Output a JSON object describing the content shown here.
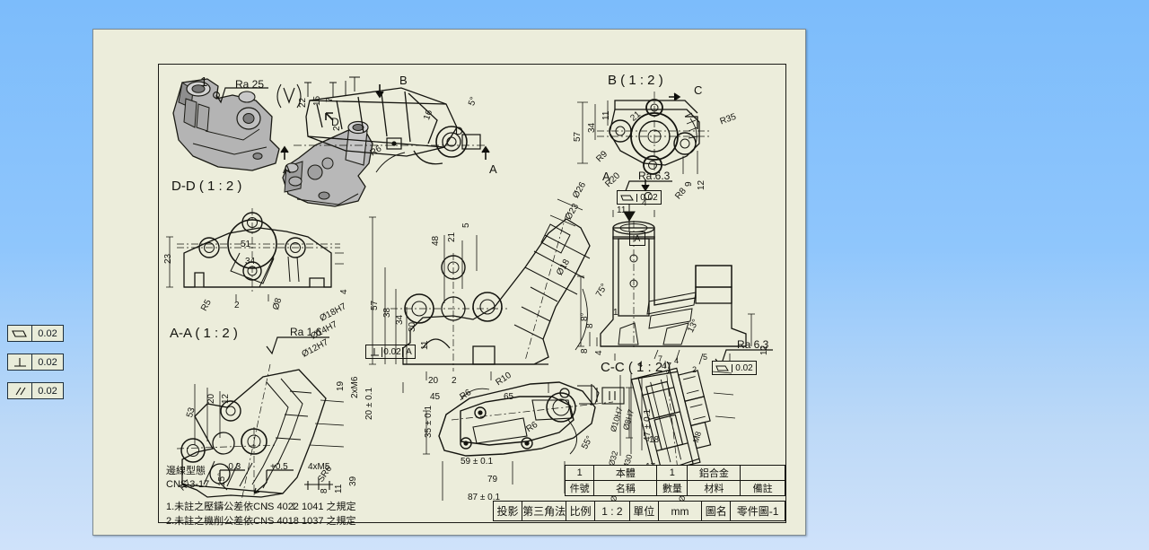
{
  "badges": [
    {
      "name": "flatness",
      "symbol": "parallelogram",
      "value": "0.02"
    },
    {
      "name": "perpendicularity",
      "symbol": "perpendicular",
      "value": "0.02"
    },
    {
      "name": "parallelism",
      "symbol": "parallel",
      "value": "0.02"
    }
  ],
  "drawing": {
    "general_finish": {
      "index": "1",
      "label": "Ra 25",
      "alt": "( ∨ )"
    },
    "views": {
      "dd": "D-D ( 1 : 2 )",
      "aa": "A-A ( 1 : 2 )",
      "b": "B ( 1 : 2 )",
      "cc": "C-C ( 1 : 2 )"
    },
    "section_marks": [
      "A",
      "A",
      "B",
      "B",
      "C",
      "C",
      "D",
      "D"
    ],
    "finishes": [
      {
        "label": "Ra 25"
      },
      {
        "label": "Ra 6.3"
      },
      {
        "label": "Ra 1.6"
      },
      {
        "label": "Ra 6.3"
      }
    ],
    "gdt": [
      {
        "symbol": "flatness",
        "value": "0.02",
        "datum": ""
      },
      {
        "symbol": "perpendicularity",
        "value": "0.02",
        "datum": "A"
      },
      {
        "symbol": "flatness",
        "value": "0.02",
        "datum": ""
      }
    ],
    "datums": [
      "A",
      "A"
    ],
    "dims_top_view": [
      "22",
      "15",
      "7",
      "2",
      "16",
      "5°",
      "R6"
    ],
    "dims_dd_view": [
      "23",
      "51",
      "34",
      "R5",
      "2",
      "Ø8",
      "4"
    ],
    "dims_front_view": [
      "57",
      "48",
      "38",
      "34",
      "30",
      "11",
      "21",
      "5",
      "Ø26",
      "Ø23",
      "Ø18",
      "75°",
      "8",
      "20",
      "2",
      "45",
      "65"
    ],
    "dims_b_view": [
      "57",
      "34",
      "11",
      "21",
      "R9",
      "R20",
      "R35",
      "R8",
      "9",
      "12",
      "4"
    ],
    "dims_cc_view": [
      "11",
      "47",
      "12",
      "8°",
      "13°",
      "8",
      "4",
      "1"
    ],
    "dims_aa_view": [
      "Ø18H7",
      "Ø14H7",
      "Ø12H7",
      "53",
      "20",
      "12",
      "19",
      "2xM6",
      "20 ± 0.1",
      "SR6",
      "R7",
      "15°",
      "39",
      "11",
      "8"
    ],
    "dims_plan_view": [
      "R10",
      "R6",
      "R6",
      "35 ± 0.1",
      "47 ± 0.1",
      "55°",
      "59 ± 0.1",
      "79",
      "87 ± 0.1"
    ],
    "dims_detail_view": [
      "Ø10H7",
      "Ø8H7",
      "Ø32",
      "Ø30",
      "Ø10",
      "Ø12",
      "Ø13",
      "Ø8",
      "M8",
      "20",
      "15",
      "17",
      "18",
      "4",
      "7",
      "4",
      "2",
      "5"
    ],
    "edge_note": {
      "title": "邊線型態",
      "standard": "CNS 3-17",
      "minus": "-0.3",
      "plus": "+0.5",
      "thread": "4xM5"
    },
    "notes": [
      "1.未註之壓鑄公差依CNS 4022 1041 之規定",
      "2.未註之機削公差依CNS 4018 1037 之規定"
    ],
    "parts_table": {
      "values": [
        "1",
        "本體",
        "1",
        "鋁合金",
        ""
      ],
      "headers": [
        "件號",
        "名稱",
        "數量",
        "材料",
        "備註"
      ]
    },
    "title_block": [
      {
        "label": "投影",
        "value": "第三角法"
      },
      {
        "label": "比例",
        "value": "1 : 2"
      },
      {
        "label": "單位",
        "value": "mm"
      },
      {
        "label": "圖名",
        "value": "零件圖-1"
      }
    ]
  },
  "colors": {
    "paper": "#eceddb",
    "ink": "#14140f",
    "background_top": "#7cbcfb",
    "background_bottom": "#cfe2fa",
    "iso_fill": "#a9a9a9"
  }
}
